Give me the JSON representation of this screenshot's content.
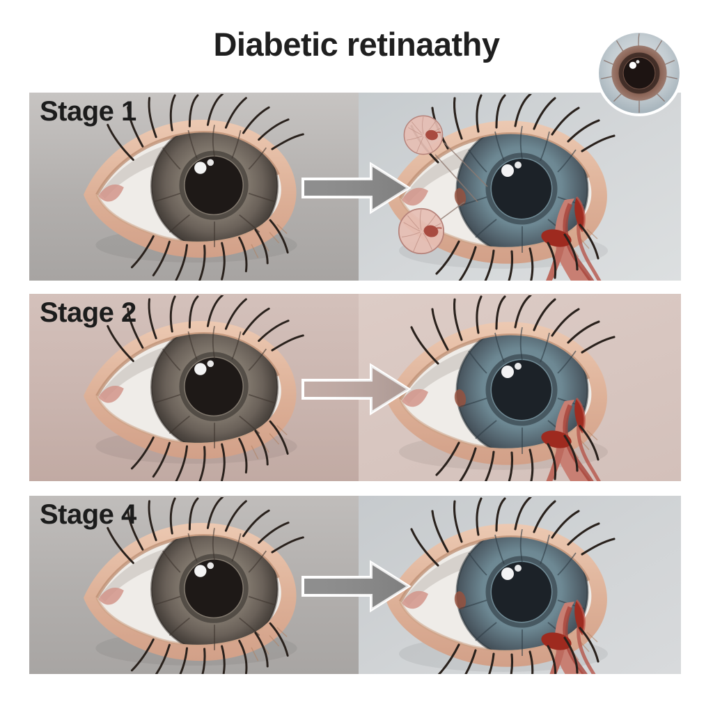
{
  "title": "Diabetic retinaathy",
  "inset": {
    "icon": "iris-closeup-icon"
  },
  "stages": [
    {
      "id": "stage-1",
      "label": "Stage 1",
      "left_illustration": "healthy-eye-illustration",
      "arrow_icon": "right-arrow-icon",
      "right_illustration": "retinopathy-eye-illustration",
      "callouts": [
        "microaneurysm-callout-upper",
        "microaneurysm-callout-lower"
      ]
    },
    {
      "id": "stage-2",
      "label": "Stage 2",
      "left_illustration": "healthy-eye-illustration",
      "arrow_icon": "right-arrow-icon",
      "right_illustration": "retinopathy-eye-illustration",
      "callouts": []
    },
    {
      "id": "stage-4",
      "label": "Stage 4",
      "left_illustration": "healthy-eye-illustration",
      "arrow_icon": "right-arrow-icon",
      "right_illustration": "retinopathy-eye-illustration",
      "callouts": []
    }
  ],
  "colors": {
    "page_background": "#ffffff",
    "title_text": "#1f1f1f",
    "stage_label_text": "#1c1c1c",
    "stage1_left_panel": "#b2afad",
    "stage1_right_panel": "#d4d7d9",
    "stage2_left_panel": "#cab5af",
    "stage2_right_panel": "#d7c5bf",
    "stage4_left_panel": "#b1aeac",
    "stage4_right_panel": "#d1d4d6",
    "arrow_gray": "#8e8e8e",
    "arrow_pink": "#c2aca6",
    "arrow_border": "#ffffff",
    "skin_peach": "#ddb097",
    "healthy_iris": "#7d766c",
    "affected_iris": "#6d8893",
    "vessel_red": "#b04a3e",
    "hemorrhage_red": "#9e2a1f",
    "callout_fill": "#e6beb3",
    "callout_border": "#b5827a"
  }
}
